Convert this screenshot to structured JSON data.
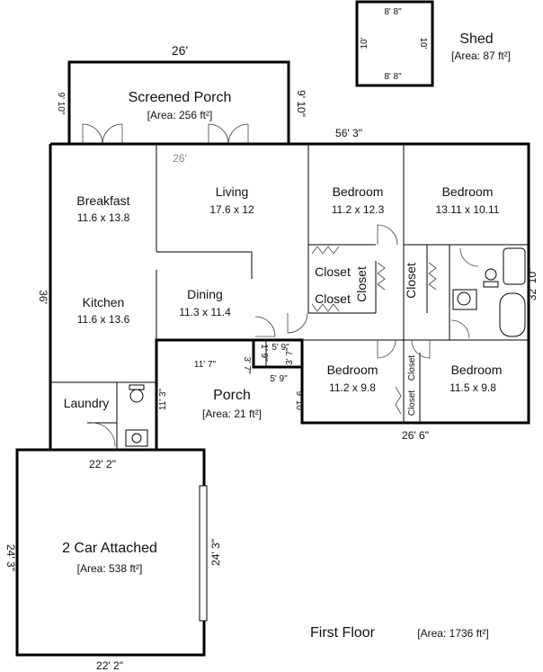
{
  "rooms": {
    "screened_porch": {
      "name": "Screened Porch",
      "area": "[Area: 256 ft²]"
    },
    "shed": {
      "name": "Shed",
      "area": "[Area: 87 ft²]"
    },
    "breakfast": {
      "name": "Breakfast",
      "size": "11.6 x 13.8"
    },
    "living": {
      "name": "Living",
      "size": "17.6 x 12"
    },
    "bedroom1": {
      "name": "Bedroom",
      "size": "11.2 x 12.3"
    },
    "bedroom2": {
      "name": "Bedroom",
      "size": "13.11 x 10.11"
    },
    "kitchen": {
      "name": "Kitchen",
      "size": "11.6 x 13.6"
    },
    "dining": {
      "name": "Dining",
      "size": "11.3 x 11.4"
    },
    "bedroom3": {
      "name": "Bedroom",
      "size": "11.2 x 9.8"
    },
    "bedroom4": {
      "name": "Bedroom",
      "size": "11.5 x 9.8"
    },
    "laundry": {
      "name": "Laundry"
    },
    "porch": {
      "name": "Porch",
      "area": "[Area: 21 ft²]"
    },
    "garage": {
      "name": "2 Car Attached",
      "area": "[Area: 538 ft²]"
    },
    "closet_a": {
      "name": "Closet"
    },
    "closet_b": {
      "name": "Closet"
    },
    "closet_c": {
      "name": "Closet"
    },
    "closet_d": {
      "name": "Closet"
    },
    "closet_e": {
      "name": "Closet"
    },
    "closet_f": {
      "name": "Closet"
    }
  },
  "dimensions": {
    "shed_top": "8' 8\"",
    "shed_bottom": "8' 8\"",
    "shed_left": "10'",
    "shed_right": "10'",
    "porch_top": "26'",
    "porch_left": "9' 10\"",
    "porch_right": "9' 10\"",
    "inner_26": "26'",
    "house_top": "56' 3\"",
    "house_left": "36'",
    "house_right": "32' 10\"",
    "house_bottom": "26' 6\"",
    "porch_11_7": "11' 7\"",
    "porch_11_3": "11' 3\"",
    "porch_3_7a": "3' 7\"",
    "porch_3_7b": "3' 7\"",
    "porch_1_9": "1' 9\"",
    "porch_5_9a": "5' 9\"",
    "porch_5_9b": "5' 9\"",
    "bed_9_10": "9' 10\"",
    "garage_top": "22' 2\"",
    "garage_bottom": "22' 2\"",
    "garage_left": "24' 3\"",
    "garage_right": "24' 3\""
  },
  "floor": {
    "title": "First Floor",
    "area": "[Area: 1736 ft²]"
  }
}
